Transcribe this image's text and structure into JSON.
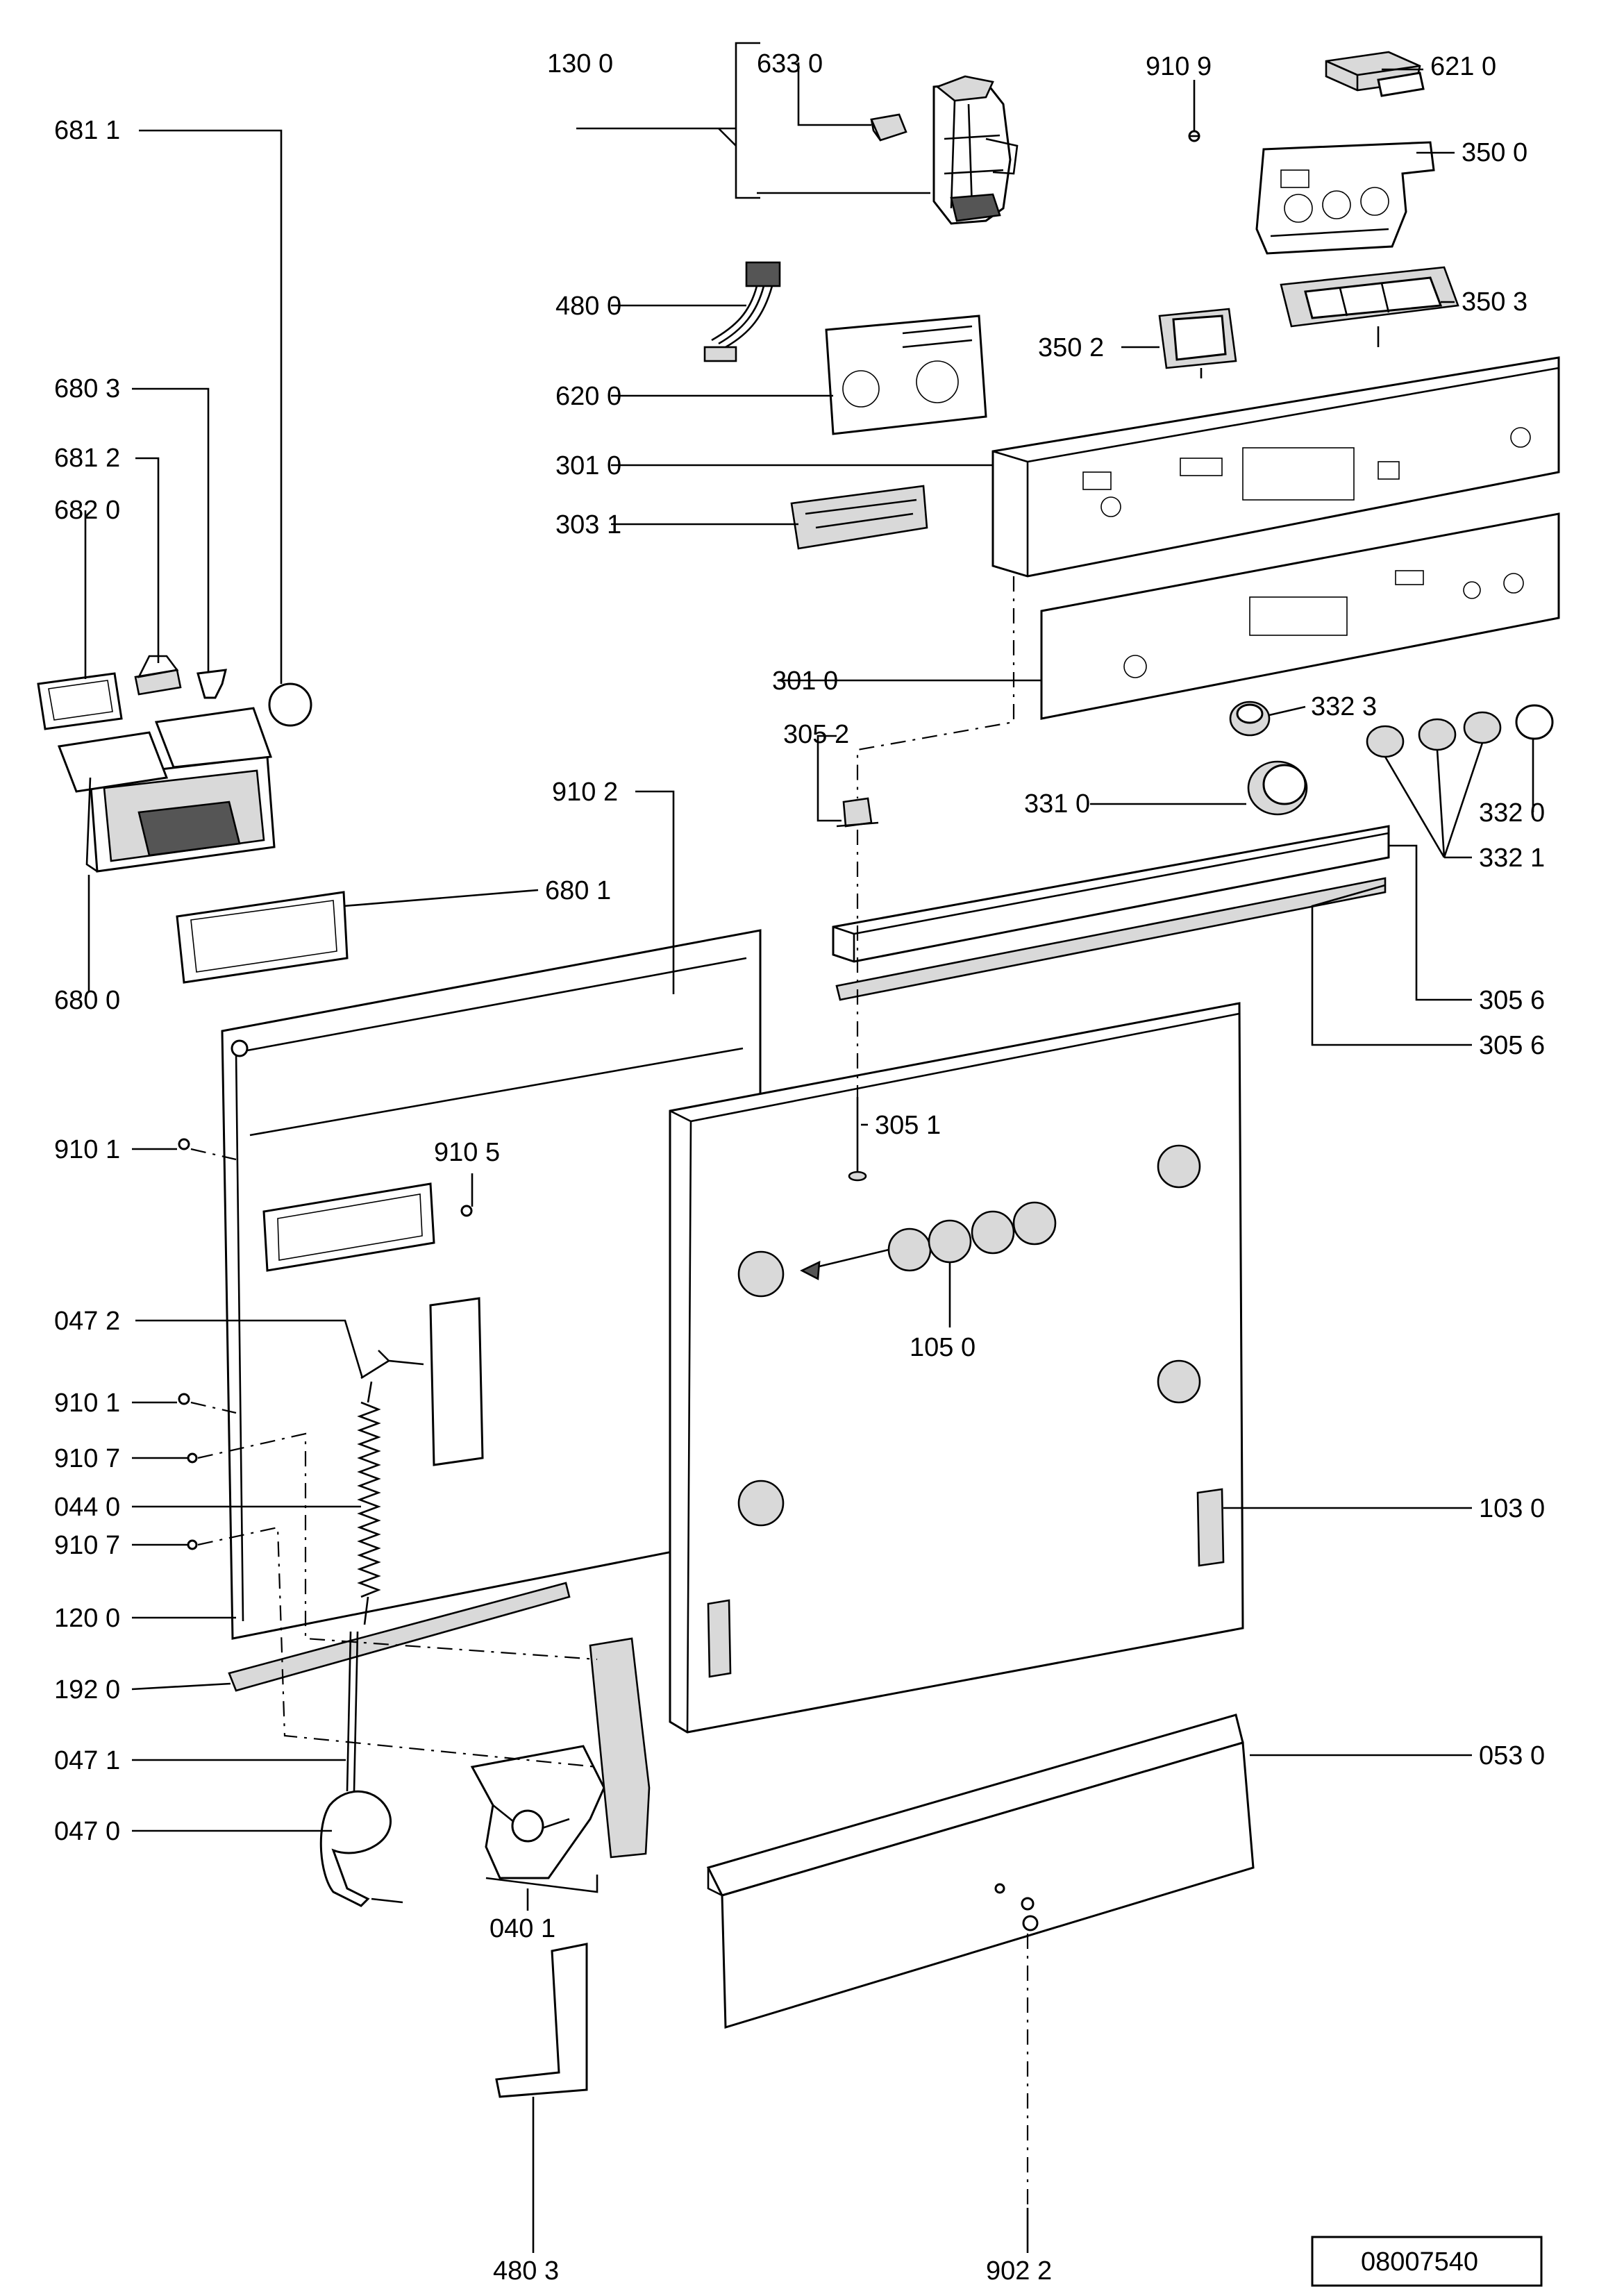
{
  "labels": {
    "p1300": "130 0",
    "p6330": "633 0",
    "p9109": "910 9",
    "p6210": "621 0",
    "p6811": "681 1",
    "p3500": "350 0",
    "p4800": "480 0",
    "p3503": "350 3",
    "p3502": "350 2",
    "p6803": "680 3",
    "p6200": "620 0",
    "p6812": "681 2",
    "p3010a": "301 0",
    "p6820": "682 0",
    "p3031": "303 1",
    "p3010b": "301 0",
    "p3323": "332 3",
    "p3052": "305 2",
    "p3310": "331 0",
    "p3320": "332 0",
    "p3321": "332 1",
    "p9102": "910 2",
    "p6801": "680 1",
    "p6800": "680 0",
    "p3056a": "305 6",
    "p3056b": "305 6",
    "p9101a": "910 1",
    "p9105": "910 5",
    "p3051": "305 1",
    "p1050": "105 0",
    "p0472": "047 2",
    "p9101b": "910 1",
    "p9107a": "910 7",
    "p0440": "044 0",
    "p1030": "103 0",
    "p9107b": "910 7",
    "p1200": "120 0",
    "p1920": "192 0",
    "p0530": "053 0",
    "p0471": "047 1",
    "p0470": "047 0",
    "p0401": "040 1",
    "p4803": "480 3",
    "p9022": "902 2"
  },
  "drawing_number": "08007540"
}
